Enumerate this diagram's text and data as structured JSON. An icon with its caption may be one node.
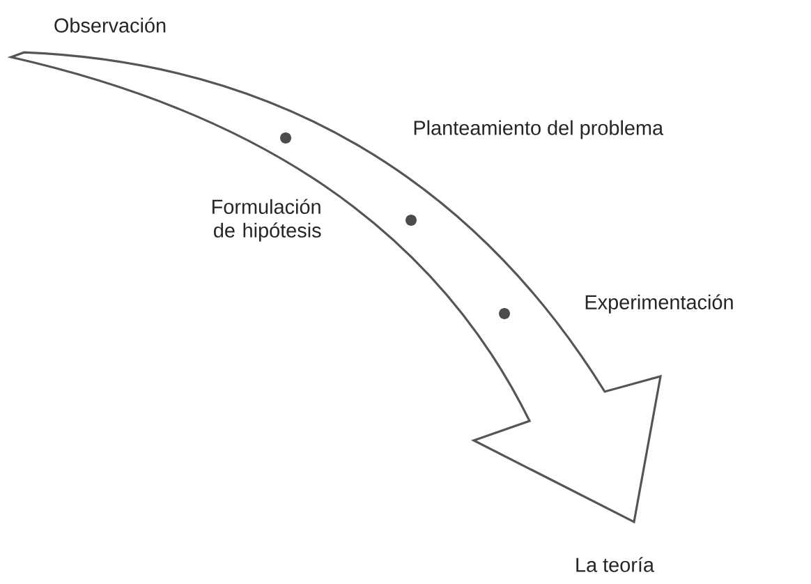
{
  "diagram": {
    "nodes": [
      {
        "text": [
          "Observación"
        ]
      },
      {
        "text": [
          "La teoría"
        ]
      }
    ],
    "edges": [
      {
        "from": 0,
        "to": 1,
        "arrow": "to"
      }
    ],
    "labels": [
      "Planteamiento del problema",
      "Formulación de hipótesis",
      "Experimentación"
    ]
  }
}
